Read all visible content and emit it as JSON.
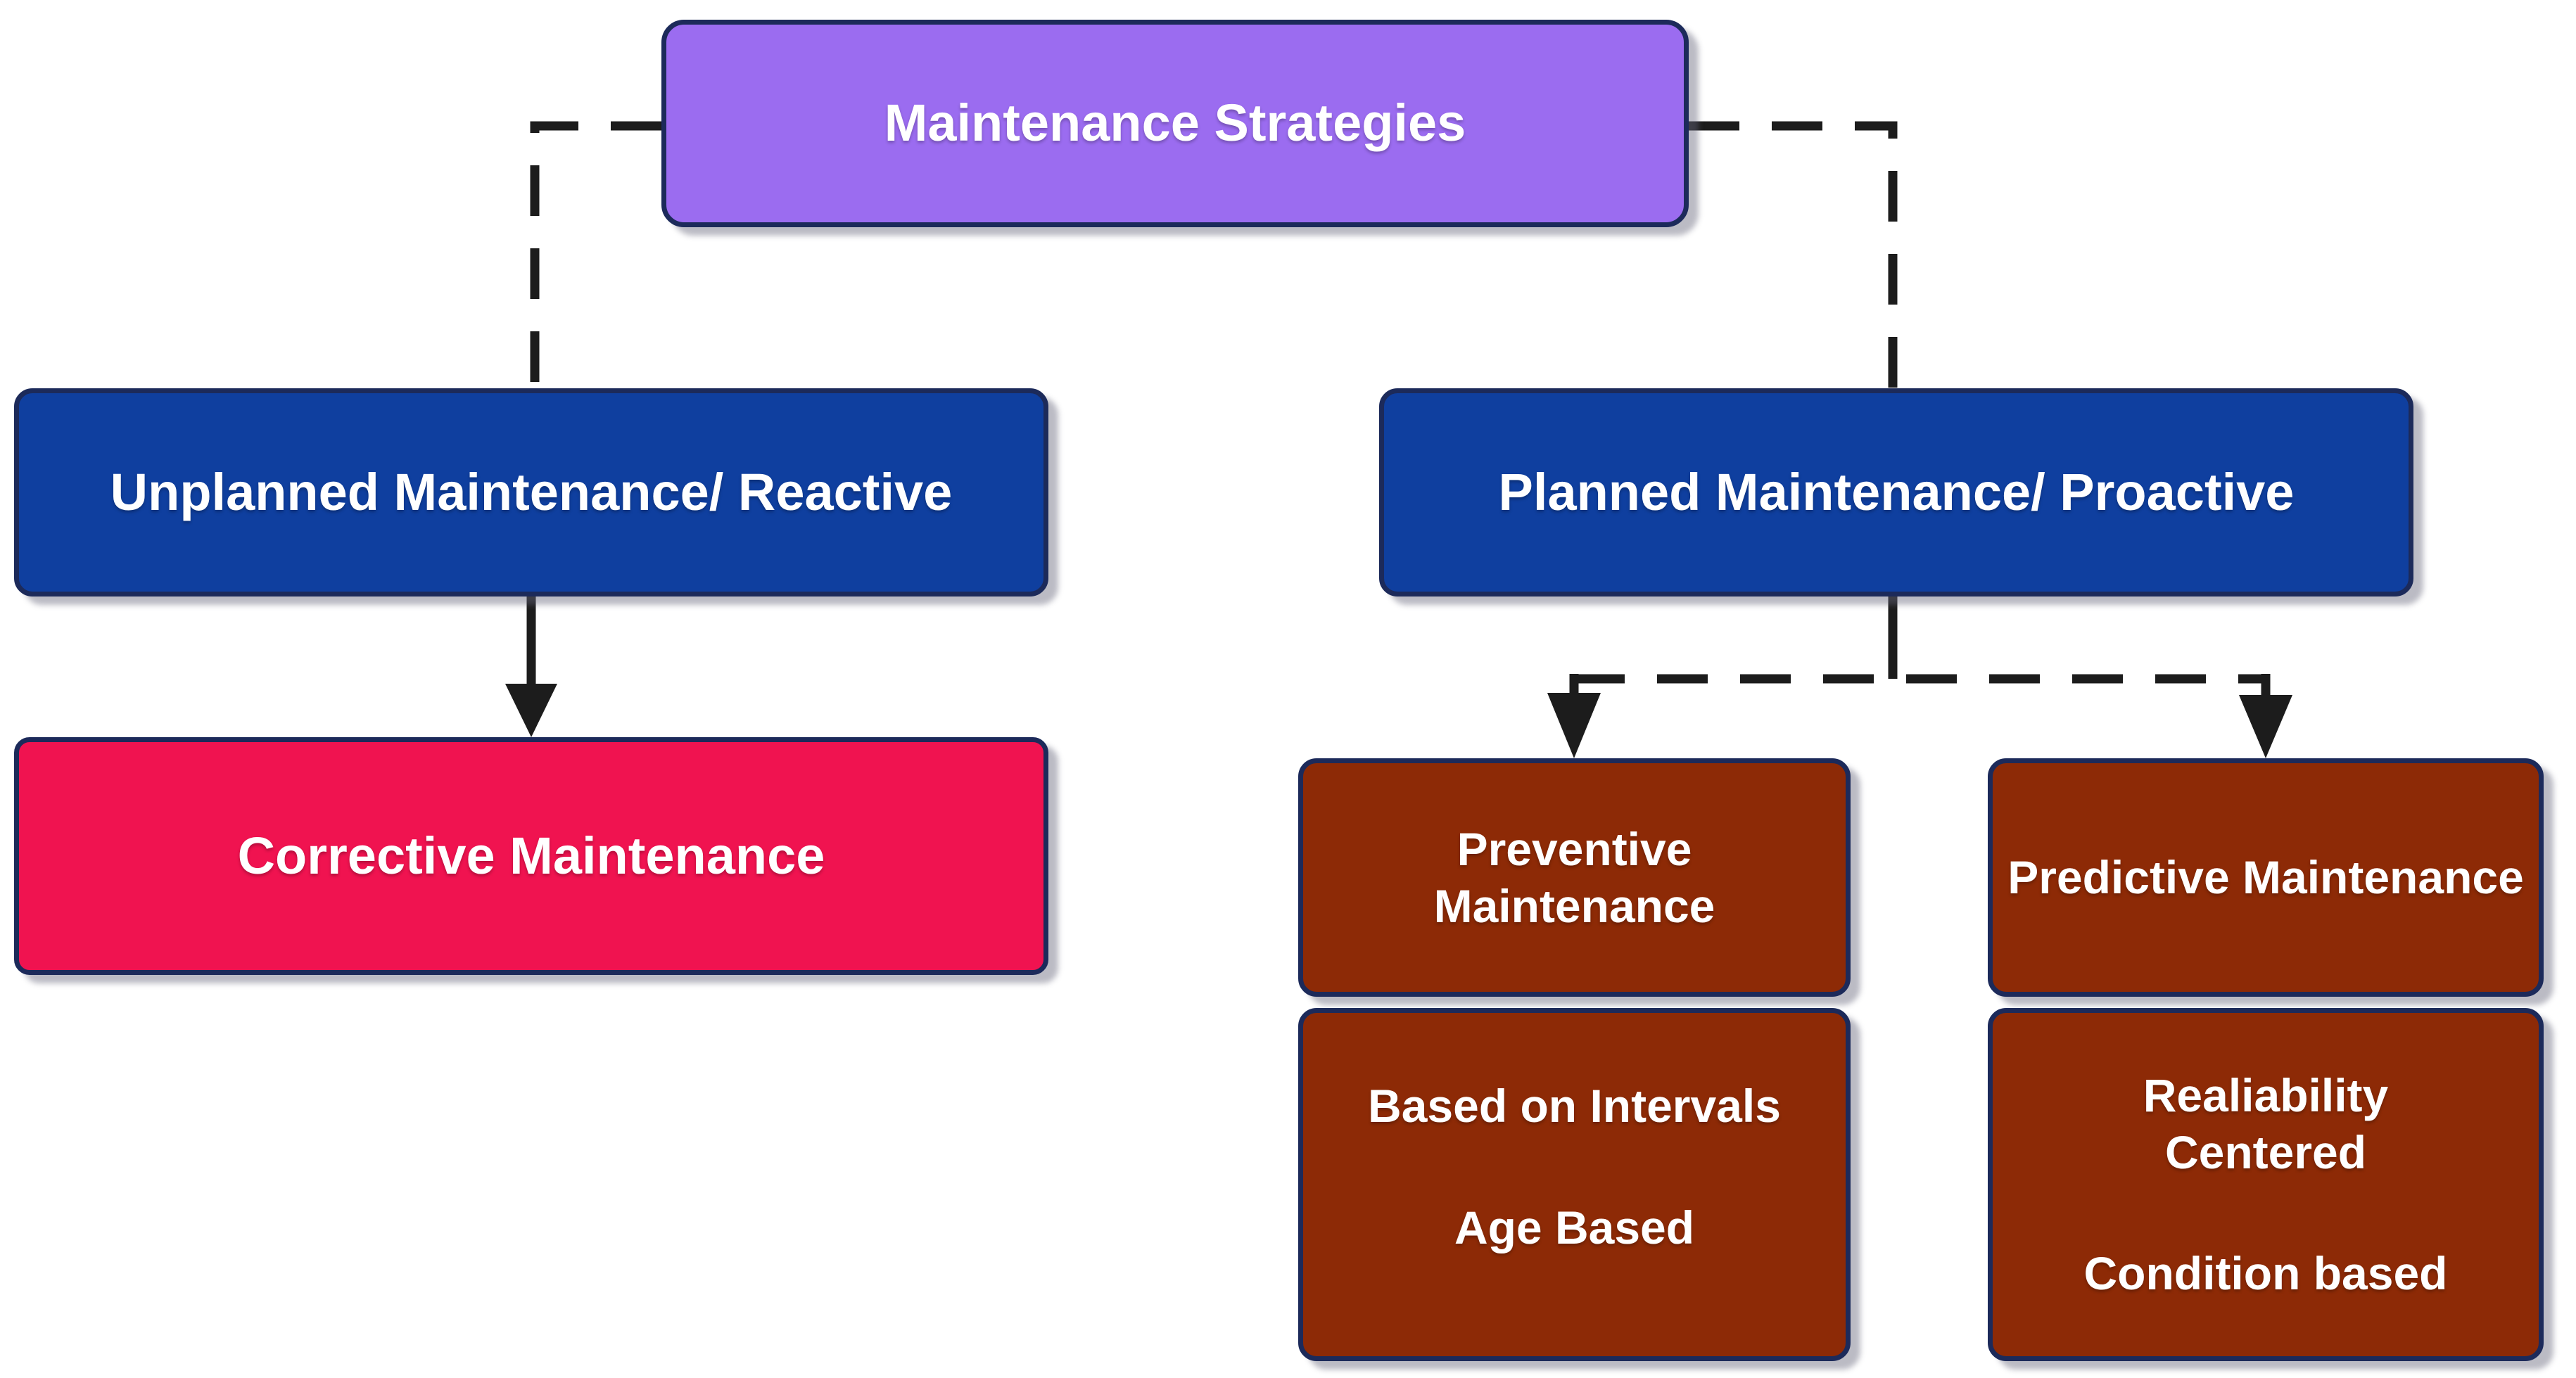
{
  "diagram": {
    "background_color": "#ffffff",
    "colors": {
      "root-fill": "#9b6cf0",
      "branch-fill": "#0f3f9f",
      "corrective-fill": "#f01350",
      "sub-fill": "#8d2a06",
      "box-border": "#1c2a5a",
      "connector": "#1c1c1c",
      "text": "#ffffff"
    },
    "nodes": {
      "root": {
        "label": "Maintenance Strategies"
      },
      "unplanned": {
        "label": "Unplanned Maintenance/ Reactive"
      },
      "planned": {
        "label": "Planned Maintenance/ Proactive"
      },
      "corrective": {
        "label": "Corrective Maintenance"
      },
      "preventive": {
        "label": "Preventive Maintenance"
      },
      "preventive_methods": {
        "line1": "Based on Intervals",
        "line2": "Age Based"
      },
      "predictive": {
        "label": "Predictive Maintenance"
      },
      "predictive_methods": {
        "line1": "Realiability Centered",
        "line2": "Condition based"
      }
    }
  }
}
